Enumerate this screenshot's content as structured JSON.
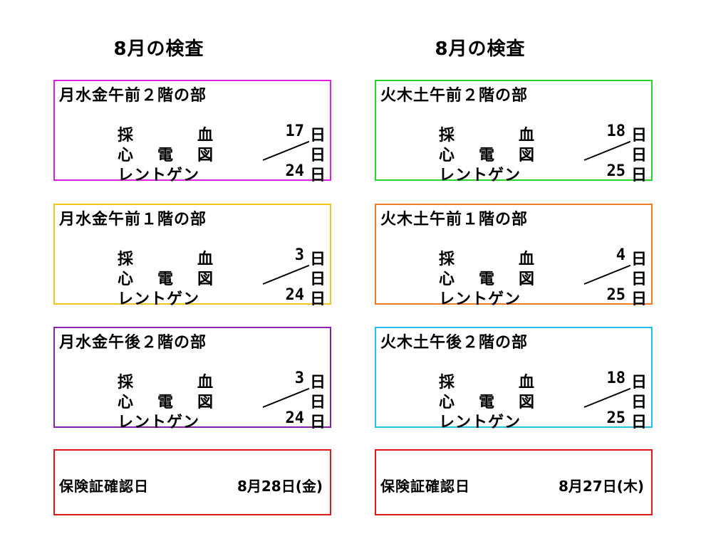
{
  "left_column": {
    "title": "8月の検査",
    "groups": [
      {
        "title": "月水金午前２階の部",
        "border_color": "#e020e0",
        "rows": [
          {
            "label_chars": [
              "採",
              "血"
            ],
            "value": "17",
            "unit": "日"
          },
          {
            "label_chars": [
              "心",
              "電",
              "図"
            ],
            "value": "",
            "unit": "日",
            "struck": true
          },
          {
            "label": "レントゲン",
            "value": "24",
            "unit": "日"
          }
        ]
      },
      {
        "title": "月水金午前１階の部",
        "border_color": "#f0c418",
        "rows": [
          {
            "label_chars": [
              "採",
              "血"
            ],
            "value": "3",
            "unit": "日"
          },
          {
            "label_chars": [
              "心",
              "電",
              "図"
            ],
            "value": "",
            "unit": "日",
            "struck": true
          },
          {
            "label": "レントゲン",
            "value": "24",
            "unit": "日"
          }
        ]
      },
      {
        "title": "月水金午後２階の部",
        "border_color": "#8a1fb0",
        "rows": [
          {
            "label_chars": [
              "採",
              "血"
            ],
            "value": "3",
            "unit": "日"
          },
          {
            "label_chars": [
              "心",
              "電",
              "図"
            ],
            "value": "",
            "unit": "日",
            "struck": true
          },
          {
            "label": "レントゲン",
            "value": "24",
            "unit": "日"
          }
        ]
      }
    ],
    "insurance": {
      "label": "保険証確認日",
      "date": "8月28日(金)",
      "border_color": "#e01818"
    }
  },
  "right_column": {
    "title": "8月の検査",
    "groups": [
      {
        "title": "火木土午前２階の部",
        "border_color": "#28d428",
        "rows": [
          {
            "label_chars": [
              "採",
              "血"
            ],
            "value": "18",
            "unit": "日"
          },
          {
            "label_chars": [
              "心",
              "電",
              "図"
            ],
            "value": "",
            "unit": "日",
            "struck": true
          },
          {
            "label": "レントゲン",
            "value": "25",
            "unit": "日"
          }
        ]
      },
      {
        "title": "火木土午前１階の部",
        "border_color": "#ee7a22",
        "rows": [
          {
            "label_chars": [
              "採",
              "血"
            ],
            "value": "4",
            "unit": "日"
          },
          {
            "label_chars": [
              "心",
              "電",
              "図"
            ],
            "value": "",
            "unit": "日",
            "struck": true
          },
          {
            "label": "レントゲン",
            "value": "25",
            "unit": "日"
          }
        ]
      },
      {
        "title": "火木土午後２階の部",
        "border_color": "#22c0e8",
        "rows": [
          {
            "label_chars": [
              "採",
              "血"
            ],
            "value": "18",
            "unit": "日"
          },
          {
            "label_chars": [
              "心",
              "電",
              "図"
            ],
            "value": "",
            "unit": "日",
            "struck": true
          },
          {
            "label": "レントゲン",
            "value": "25",
            "unit": "日"
          }
        ]
      }
    ],
    "insurance": {
      "label": "保険証確認日",
      "date": "8月27日(木)",
      "border_color": "#e01818"
    }
  }
}
